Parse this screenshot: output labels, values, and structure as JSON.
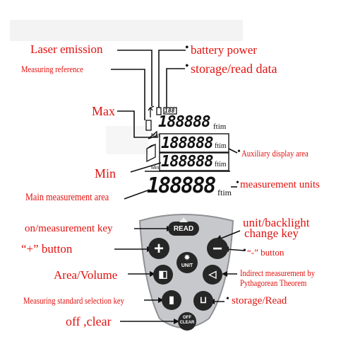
{
  "labels": {
    "laser_emission": "Laser emission",
    "battery_power": "battery power",
    "measuring_reference": "Measuring reference",
    "storage_read_data": "storage/read data",
    "max_label": "Max",
    "auxiliary_display_area": "Auxiliary display area",
    "min_label": "Min",
    "measurement_units": "measurement units",
    "main_measurement_area": "Main measurement area",
    "on_measurement_key": "on/measurement key",
    "unit_backlight_line1": "unit/backlight",
    "unit_backlight_line2": "change key",
    "plus_button": "“+”  button",
    "minus_button": "“-”  button",
    "area_volume": "Area/Volume",
    "indirect_line1": "Indirect measurement by",
    "indirect_line2": "Pythagorean Theorem",
    "measuring_standard_key": "Measuring standard selection key",
    "storage_read": "storage/Read",
    "off_clear": "off ,clear"
  },
  "lcd": {
    "max_tag": "Max",
    "min_tag": "Min",
    "row1_digits": "188888",
    "row2_digits": "188888",
    "row3_digits": "188888",
    "main_digits": "188888",
    "unit_ftim": "ftim",
    "storage_counter": "188"
  },
  "keypad": {
    "read_label": "READ",
    "unit_label": "UNIT",
    "off_label": "OFF",
    "clear_label": "CLEAR",
    "plus_glyph": "+",
    "minus_glyph": "−"
  },
  "colors": {
    "label_red": "#e0120f",
    "keypad_body": "#c6c8cb",
    "button": "#262626"
  }
}
